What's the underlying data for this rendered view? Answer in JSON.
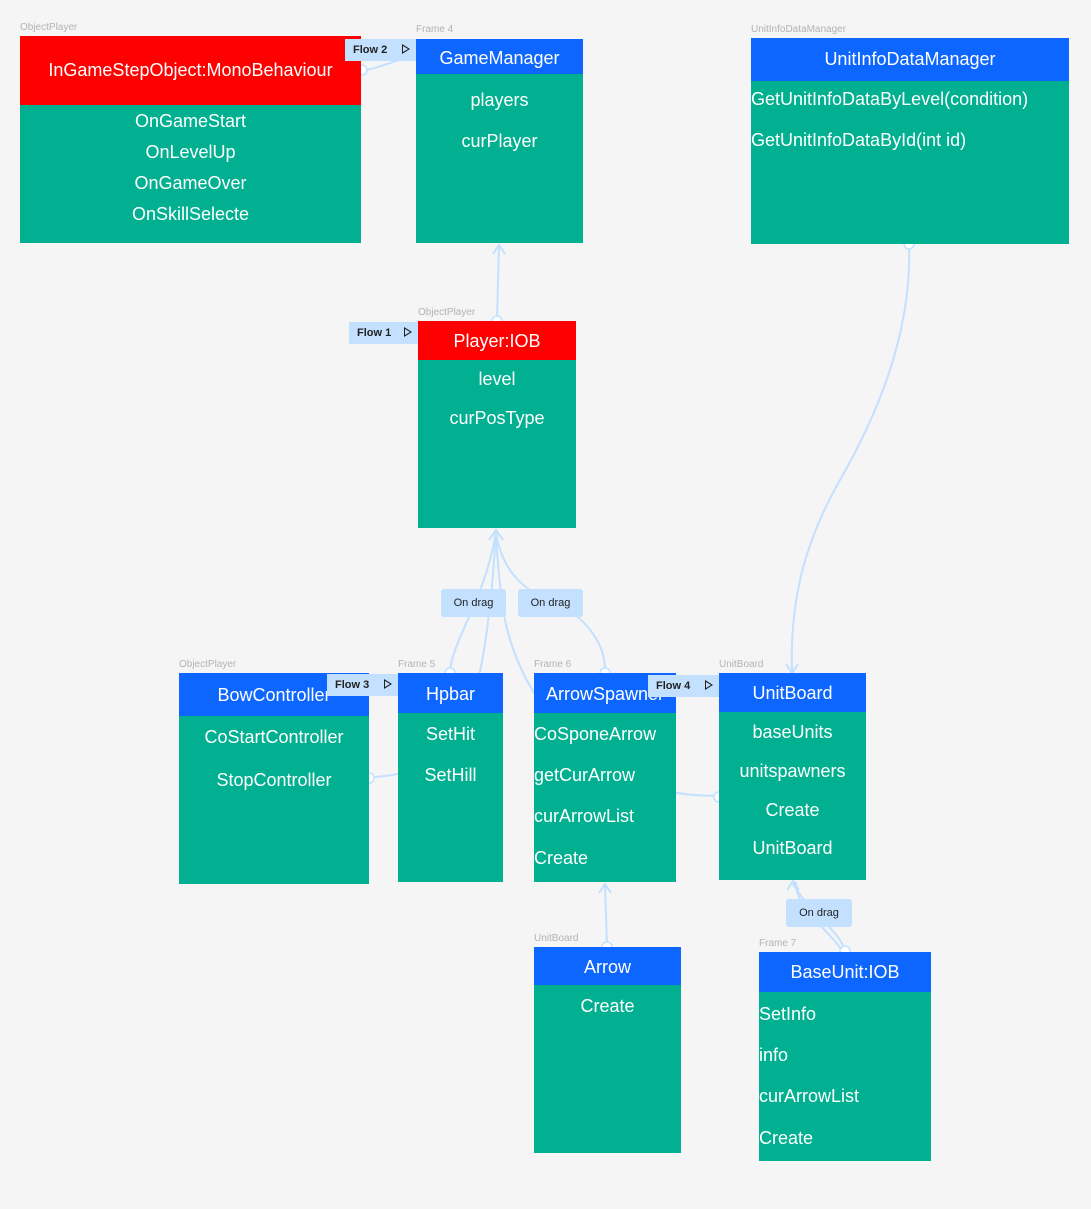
{
  "colors": {
    "teal": "#00b090",
    "blue": "#0d66ff",
    "red": "#ff0000",
    "wire": "#c3e0ff",
    "background": "#f5f5f5"
  },
  "frame_labels": {
    "ingamestep": "ObjectPlayer",
    "gamemanager": "Frame 4",
    "unitinfo": "UnitInfoDataManager",
    "player": "ObjectPlayer",
    "bow": "ObjectPlayer",
    "hpbar": "Frame 5",
    "arrowspawner": "Frame 6",
    "unitboard": "UnitBoard",
    "arrow": "UnitBoard",
    "baseunit": "Frame 7"
  },
  "frames": {
    "ingamestep": {
      "title": "InGameStepObject:MonoBehaviour",
      "rows": [
        "OnGameStart",
        "OnLevelUp",
        "OnGameOver",
        "OnSkillSelecte"
      ]
    },
    "gamemanager": {
      "title": "GameManager",
      "rows": [
        "players",
        "curPlayer"
      ]
    },
    "unitinfo": {
      "title": "UnitInfoDataManager",
      "rows": [
        "GetUnitInfoDataByLevel(condition)",
        "GetUnitInfoDataById(int id)"
      ]
    },
    "player": {
      "title": "Player:IOB",
      "rows": [
        "level",
        "curPosType"
      ]
    },
    "bow": {
      "title": "BowController",
      "rows": [
        "CoStartController",
        "StopController"
      ]
    },
    "hpbar": {
      "title": "Hpbar",
      "rows": [
        "SetHit",
        "SetHill"
      ]
    },
    "arrowspawner": {
      "title": "ArrowSpawner",
      "rows": [
        "CoSponeArrow",
        "getCurArrow",
        "curArrowList",
        "Create"
      ]
    },
    "unitboard": {
      "title": "UnitBoard",
      "rows": [
        "baseUnits",
        "unitspawners",
        "Create",
        "UnitBoard"
      ]
    },
    "arrow": {
      "title": "Arrow",
      "rows": [
        "Create"
      ]
    },
    "baseunit": {
      "title": "BaseUnit:IOB",
      "rows": [
        "SetInfo",
        "info",
        "curArrowList",
        "Create"
      ]
    }
  },
  "flows": {
    "flow1": "Flow 1",
    "flow2": "Flow 2",
    "flow3": "Flow 3",
    "flow4": "Flow 4"
  },
  "drag_tags": {
    "drag_hpbar": "On drag",
    "drag_arrowspawner": "On drag",
    "drag_baseunit": "On drag"
  },
  "icons": {
    "flow_start": "play-triangle-icon"
  }
}
